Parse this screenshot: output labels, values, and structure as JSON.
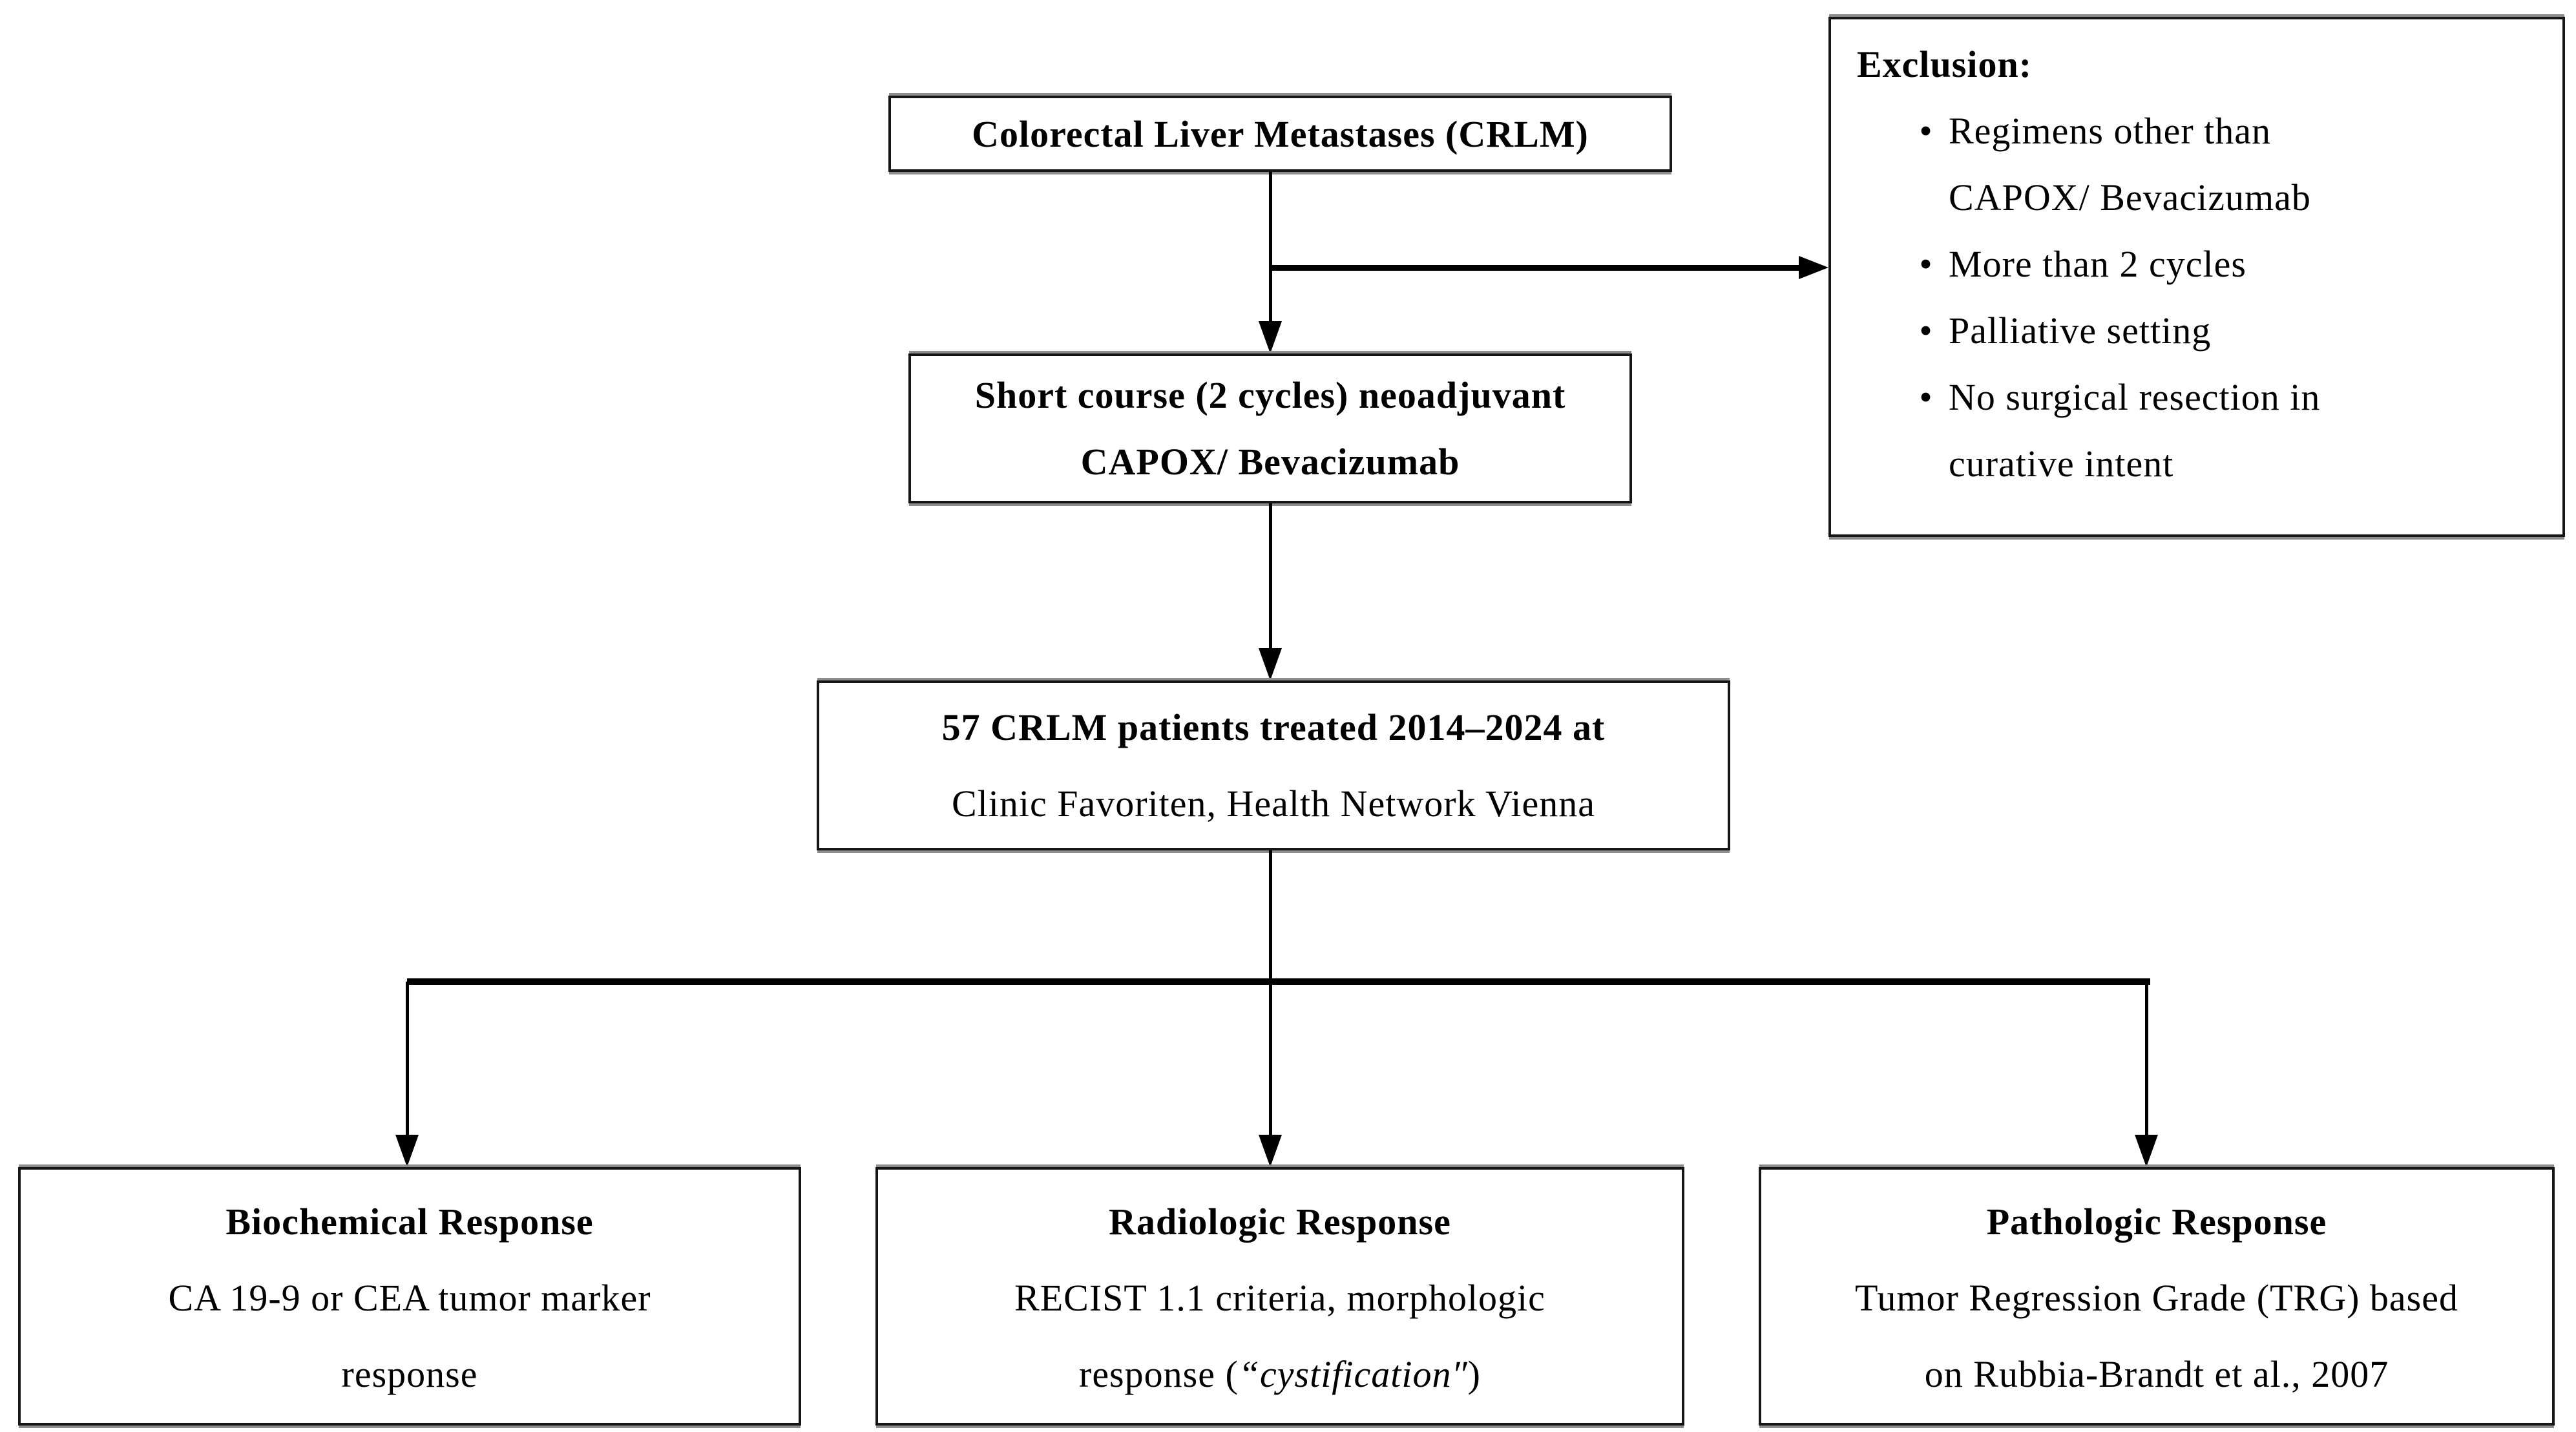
{
  "style": {
    "background": "#ffffff",
    "line_color": "#000000",
    "box_border_color": "#161616",
    "text_color": "#000000"
  },
  "boxes": {
    "crlm": {
      "label": "Colorectal Liver Metastases (CRLM)"
    },
    "treatment": {
      "line1": "Short course (2 cycles) neoadjuvant",
      "line2": "CAPOX/ Bevacizumab"
    },
    "cohort": {
      "line1": "57 CRLM patients treated 2014–2024 at",
      "line2": "Clinic Favoriten, Health Network Vienna"
    },
    "exclusion": {
      "title": "Exclusion:",
      "bullet_glyph": "•",
      "items": [
        {
          "line1": "Regimens other than",
          "line2": "CAPOX/ Bevacizumab"
        },
        {
          "line1": "More than 2 cycles"
        },
        {
          "line1": "Palliative setting"
        },
        {
          "line1": "No surgical resection in",
          "line2": "curative intent"
        }
      ]
    },
    "biochemical": {
      "title": "Biochemical Response",
      "line1": "CA 19-9 or CEA tumor marker",
      "line2": "response"
    },
    "radiologic": {
      "title": "Radiologic Response",
      "line1": "RECIST 1.1 criteria, morphologic",
      "line2_prefix": "response (",
      "line2_italic": "“cystification″",
      "line2_suffix": ")"
    },
    "pathologic": {
      "title": "Pathologic Response",
      "line1": "Tumor Regression Grade (TRG) based",
      "line2": "on Rubbia-Brandt et al., 2007"
    }
  }
}
